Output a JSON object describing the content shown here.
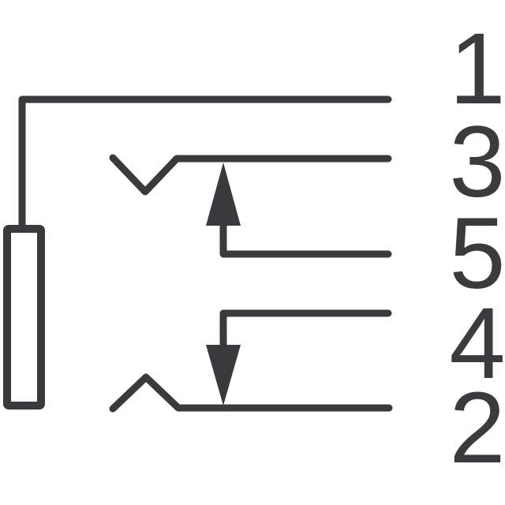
{
  "diagram": {
    "pin_labels": [
      "1",
      "3",
      "5",
      "4",
      "2"
    ],
    "icons": [
      "arrow-up",
      "arrow-down"
    ],
    "colors": {
      "line": "#3a3a3c",
      "label": "#3b3b3d",
      "background": "#ffffff"
    }
  }
}
